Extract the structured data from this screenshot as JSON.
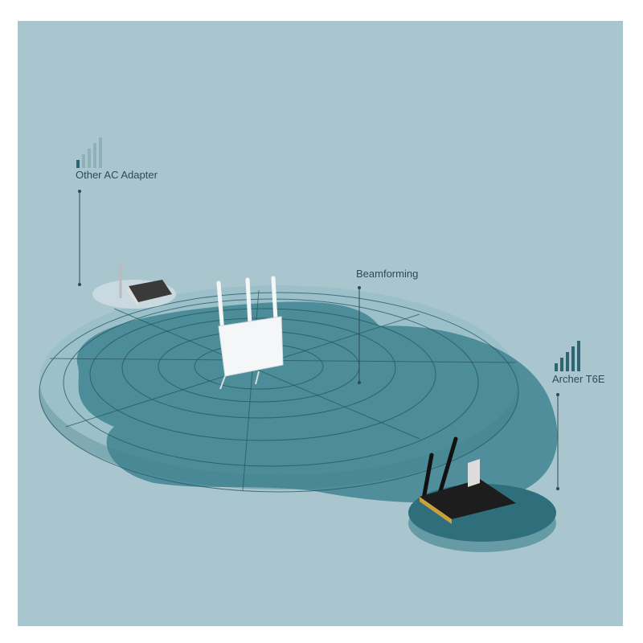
{
  "labels": {
    "other_adapter": "Other AC Adapter",
    "beamforming": "Beamforming",
    "archer": "Archer T6E"
  },
  "signal": {
    "other_adapter": {
      "strong_bars": 1,
      "total_bars": 5
    },
    "archer": {
      "strong_bars": 5,
      "total_bars": 5
    }
  },
  "colors": {
    "background": "#a9c6cf",
    "signal_strong": "#2f6472",
    "signal_weak": "#8fb0b9",
    "coverage": "#3f8490"
  }
}
